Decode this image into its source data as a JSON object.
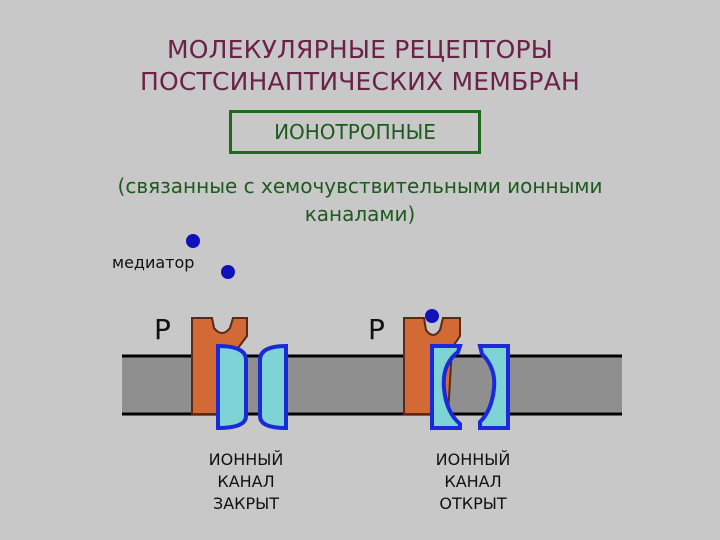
{
  "title": {
    "line1": "МОЛЕКУЛЯРНЫЕ РЕЦЕПТОРЫ",
    "line2": "ПОСТСИНАПТИЧЕСКИХ МЕМБРАН"
  },
  "type_label": "ИОНОТРОПНЫЕ",
  "subtitle": {
    "line1": "(связанные с хемочувствительными ионными",
    "line2": "каналами)"
  },
  "mediator_label": "медиатор",
  "receptor_label": "Р",
  "channel_closed": {
    "line1": "ИОННЫЙ",
    "line2": "КАНАЛ",
    "line3": "ЗАКРЫТ"
  },
  "channel_open": {
    "line1": "ИОННЫЙ",
    "line2": "КАНАЛ",
    "line3": "ОТКРЫТ"
  },
  "colors": {
    "background": "#c8c8c8",
    "title": "#6b2248",
    "green_text": "#1d5a1d",
    "membrane": "#8f8f8f",
    "receptor": "#d36a35",
    "channel_fill": "#7dd3d6",
    "channel_stroke": "#1a2ad8",
    "mediator_dot": "#1111bb"
  }
}
